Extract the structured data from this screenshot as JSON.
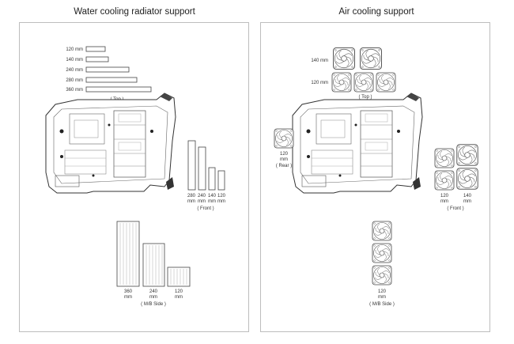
{
  "water": {
    "title": "Water cooling radiator support",
    "top": {
      "sizes": [
        "120 mm",
        "140 mm",
        "240 mm",
        "280 mm",
        "360 mm"
      ],
      "caption": "( Top )"
    },
    "front": {
      "sizes": [
        "280",
        "240",
        "140",
        "120"
      ],
      "unit": "mm",
      "caption": "( Front )"
    },
    "mb_side": {
      "sizes": [
        "360",
        "240",
        "120"
      ],
      "unit": "mm",
      "caption": "( M/B Side )"
    }
  },
  "air": {
    "title": "Air cooling support",
    "top": {
      "sizes": [
        "140 mm",
        "120 mm"
      ],
      "caption": "( Top )"
    },
    "rear": {
      "size": "120",
      "unit": "mm",
      "caption": "( Rear )"
    },
    "front": {
      "sizes": [
        "120",
        "140"
      ],
      "unit": "mm",
      "caption": "( Front )"
    },
    "mb_side": {
      "size": "120",
      "unit": "mm",
      "caption": "( M/B Side )"
    }
  }
}
